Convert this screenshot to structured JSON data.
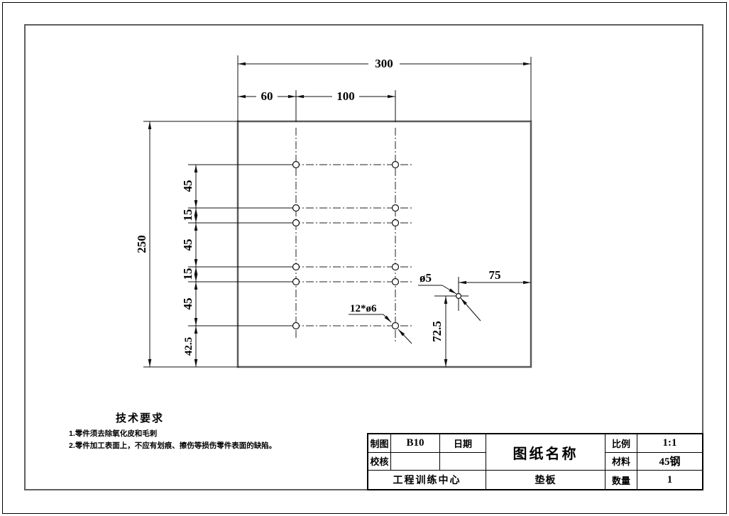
{
  "colors": {
    "line": "#111111",
    "outline_gray": "#5a5a5a",
    "background": "#ffffff"
  },
  "drawing": {
    "dims": {
      "total_width": "300",
      "col_left": "60",
      "col_mid": "100",
      "total_height": "250",
      "left_stack": [
        "45",
        "15",
        "45",
        "15",
        "45",
        "42.5"
      ],
      "hole_offset_right": "75",
      "hole_offset_bottom": "72.5",
      "hole_pattern_note": "12*ø6",
      "small_hole_label": "ø5"
    }
  },
  "tech_req": {
    "title": "技术要求",
    "items": [
      "1.零件须去除氧化皮和毛刺",
      "2.零件加工表面上，不应有划痕、擦伤等损伤零件表面的缺陷。"
    ]
  },
  "title_block": {
    "drawn_label": "制图",
    "drawn_value": "B10",
    "date_label": "日期",
    "check_label": "校核",
    "check_value": "",
    "name_label": "图纸名称",
    "scale_label": "比例",
    "scale_value": "1:1",
    "material_label": "材料",
    "material_value": "45钢",
    "org": "工程训练中心",
    "part_name": "垫板",
    "qty_label": "数量",
    "qty_value": "1"
  }
}
